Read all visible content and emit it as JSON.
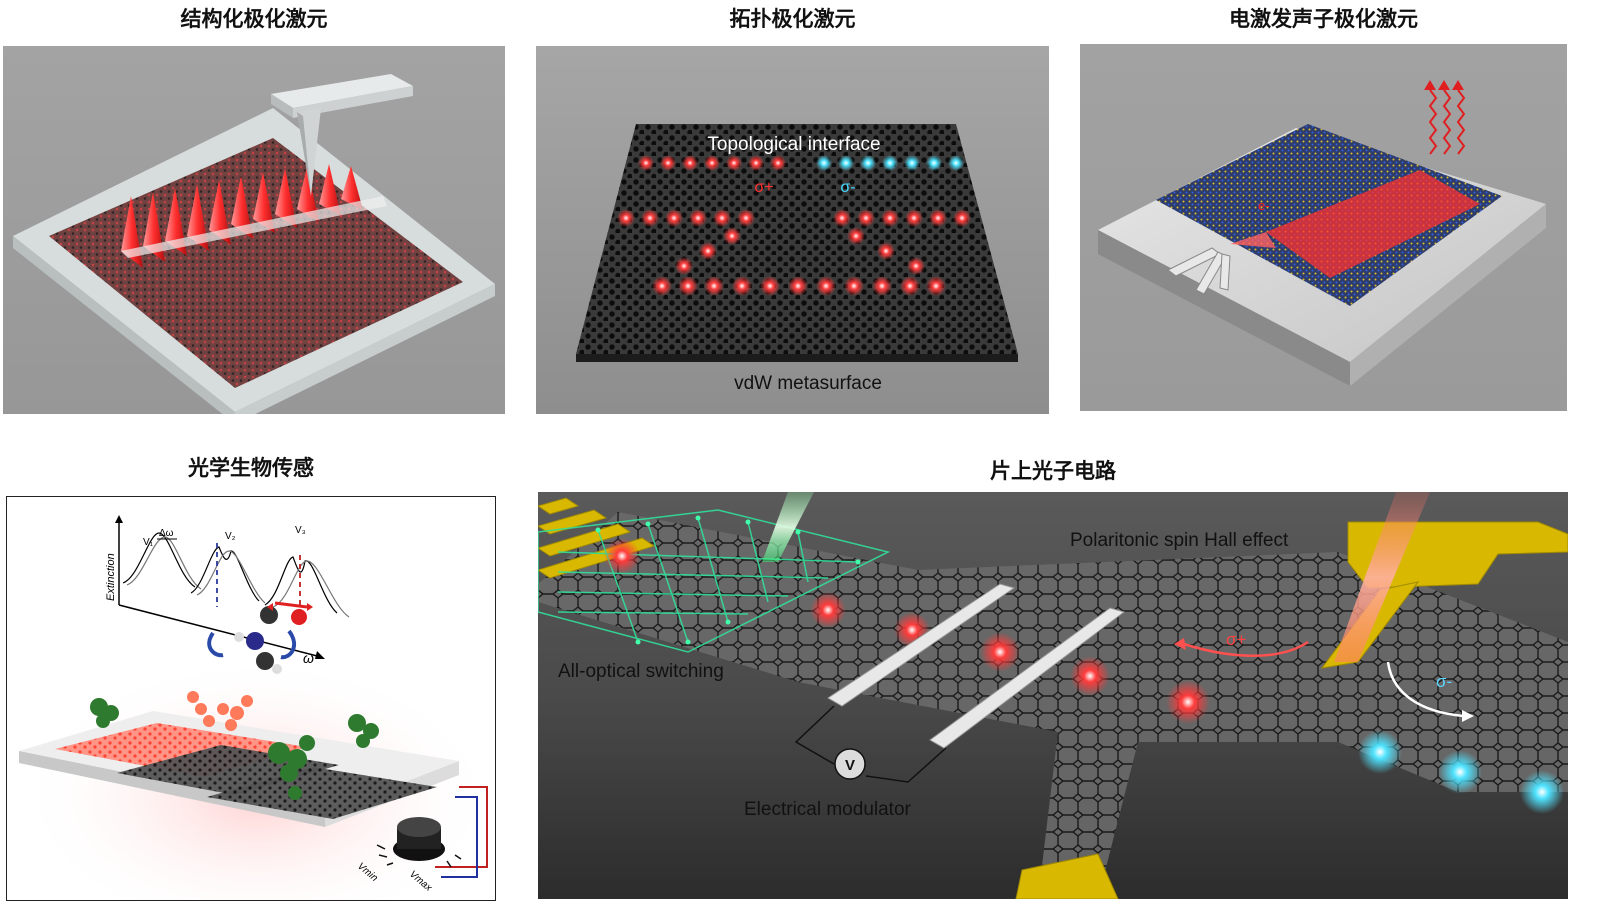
{
  "panels": {
    "structural": {
      "title": "结构化极化激元"
    },
    "topological": {
      "title": "拓扑极化激元",
      "label_interface": "Topological interface",
      "label_sigma_plus": "σ+",
      "label_sigma_minus": "σ-",
      "label_metasurface": "vdW metasurface"
    },
    "electro": {
      "title": "电激发声子极化激元",
      "label_electron": "e-"
    },
    "biosensing": {
      "title": "光学生物传感",
      "axis_y": "Extinction",
      "axis_x": "ω",
      "label_delta_omega": "Δω",
      "label_v1": "V₁",
      "label_v2": "V₂",
      "label_v3": "V₃",
      "label_vmin": "Vmin",
      "label_vmax": "Vmax"
    },
    "circuit": {
      "title": "片上光子电路",
      "label_spin_hall": "Polaritonic spin Hall effect",
      "label_switching": "All-optical switching",
      "label_modulator": "Electrical modulator",
      "label_sigma_plus": "σ+",
      "label_sigma_minus": "σ-",
      "label_voltmeter": "V"
    }
  },
  "colors": {
    "panel_gray": "#9d9d9d",
    "polariton_red": "#ff3b3b",
    "polariton_cyan": "#4fe3ff",
    "gold": "#e6c200",
    "graphene_green": "#35e0a0"
  }
}
